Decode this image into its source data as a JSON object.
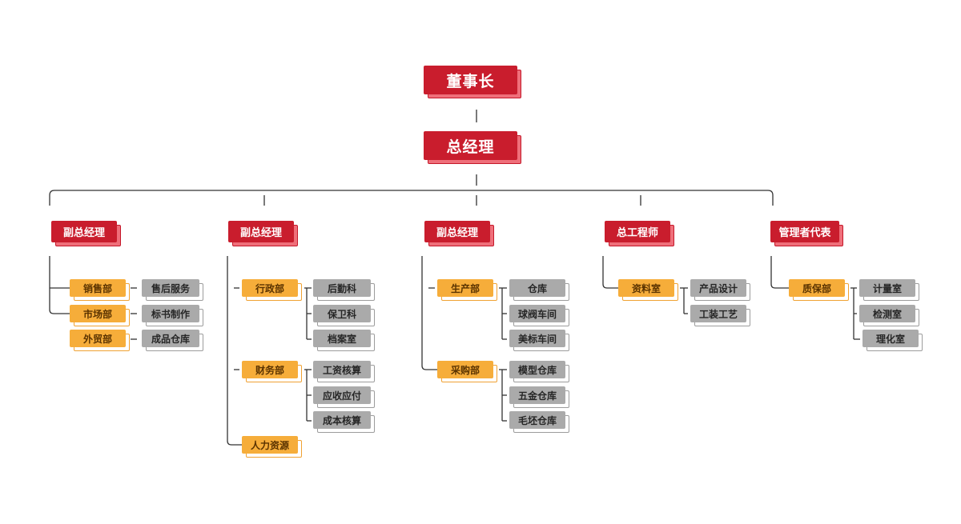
{
  "chairman": "董事长",
  "general_manager": "总经理",
  "columns": [
    {
      "title": "副总经理",
      "departments": [
        {
          "name": "销售部",
          "offices": [
            "售后服务"
          ]
        },
        {
          "name": "市场部",
          "offices": [
            "标书制作"
          ]
        },
        {
          "name": "外贸部",
          "offices": [
            "成品仓库"
          ]
        }
      ]
    },
    {
      "title": "副总经理",
      "departments": [
        {
          "name": "行政部",
          "offices": [
            "后勤科",
            "保卫科",
            "档案室"
          ]
        },
        {
          "name": "财务部",
          "offices": [
            "工资核算",
            "应收应付",
            "成本核算"
          ]
        },
        {
          "name": "人力资源",
          "offices": []
        }
      ]
    },
    {
      "title": "副总经理",
      "departments": [
        {
          "name": "生产部",
          "offices": [
            "仓库",
            "球阀车间",
            "美标车间"
          ]
        },
        {
          "name": "采购部",
          "offices": [
            "模型仓库",
            "五金仓库",
            "毛坯仓库"
          ]
        }
      ]
    },
    {
      "title": "总工程师",
      "departments": [
        {
          "name": "资料室",
          "offices": [
            "产品设计",
            "工装工艺"
          ]
        }
      ]
    },
    {
      "title": "管理者代表",
      "departments": [
        {
          "name": "质保部",
          "offices": [
            "计量室",
            "检测室",
            "理化室"
          ]
        }
      ]
    }
  ],
  "colors": {
    "red": "#c91d2d",
    "red_shadow": "#ef6f7a",
    "orange": "#f6ad3a",
    "gray": "#aaaaaa",
    "line": "#333333"
  }
}
